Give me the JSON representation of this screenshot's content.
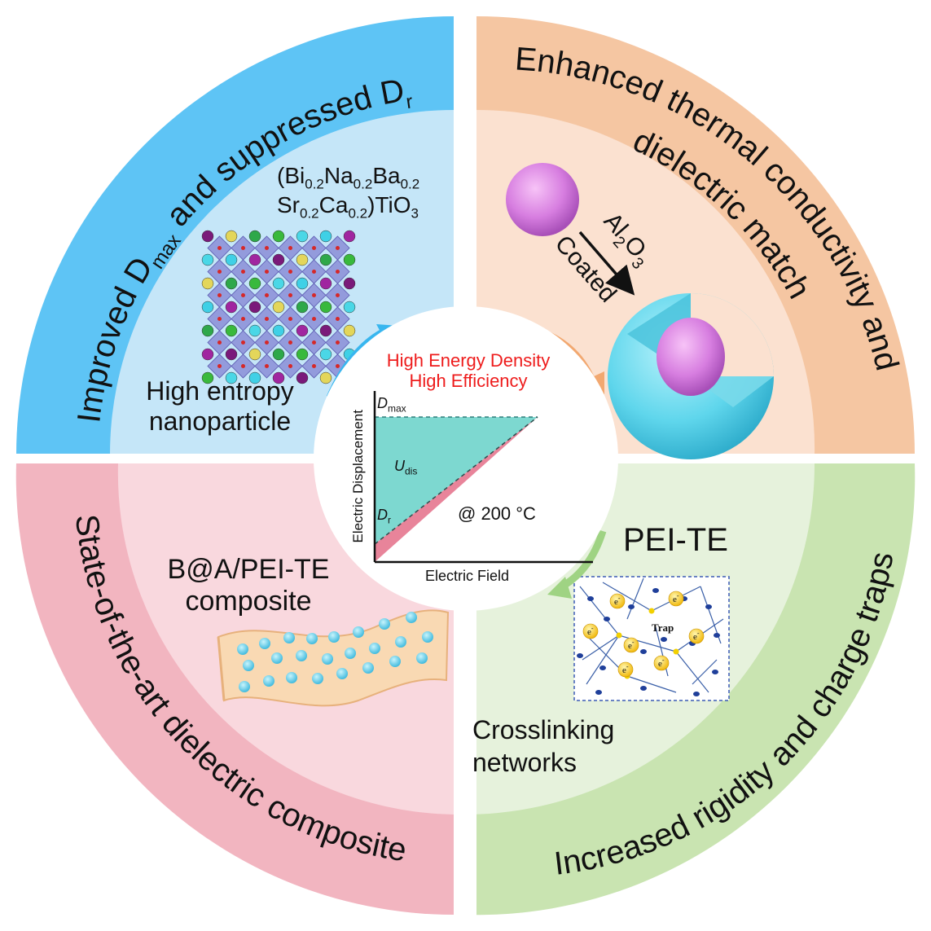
{
  "quadrants": {
    "top_left": {
      "ring_title_a": "Improved D",
      "ring_title_sub_a": "max",
      "ring_title_b": " and suppressed D",
      "ring_title_sub_b": "r",
      "formula_el1": "(Bi",
      "formula_sub1": "0.2",
      "formula_el2": "Na",
      "formula_sub2": "0.2",
      "formula_el3": "Ba",
      "formula_sub3": "0.2",
      "formula_el4": "Sr",
      "formula_sub4": "0.2",
      "formula_el5": "Ca",
      "formula_sub5": "0.2",
      "formula_el6": ")TiO",
      "formula_sub6": "3",
      "label_line1": "High entropy",
      "label_line2": "nanoparticle",
      "color_outer": "#5ec4f5",
      "color_inner": "#c5e6f8"
    },
    "top_right": {
      "ring_title_a": "Enhanced thermal conductivity and",
      "ring_title_b": "dielectric match",
      "arrow_top_a": "Al",
      "arrow_top_sub_a": "2",
      "arrow_top_b": "O",
      "arrow_top_sub_b": "3",
      "arrow_bottom": "Coated",
      "color_outer": "#f5c6a2",
      "color_inner": "#fbe1d0"
    },
    "bottom_left": {
      "ring_title": "State-of-the-art dielectric composite",
      "label_line1": "B@A/PEI-TE",
      "label_line2": "composite",
      "color_outer": "#f2b5c0",
      "color_inner": "#f9d8de"
    },
    "bottom_right": {
      "ring_title": "Increased rigidity and charge traps",
      "title": "PEI-TE",
      "trap_label": "Trap",
      "electron_label": "e",
      "electron_sup": "-",
      "label_line1": "Crosslinking",
      "label_line2": "networks",
      "color_outer": "#c9e4b1",
      "color_inner": "#e6f2dc"
    }
  },
  "center": {
    "headline1": "High Energy Density",
    "headline2": "High Efficiency",
    "headline_color": "#ee1c1c",
    "ylabel": "Electric Displacement",
    "xlabel": "Electric Field",
    "dmax_a": "D",
    "dmax_sub": "max",
    "dr_a": "D",
    "dr_sub": "r",
    "udis_a": "U",
    "udis_sub": "dis",
    "temperature": "@ 200 °C",
    "fill_discharge": "#7dd8d0",
    "fill_loss": "#e8849a"
  }
}
